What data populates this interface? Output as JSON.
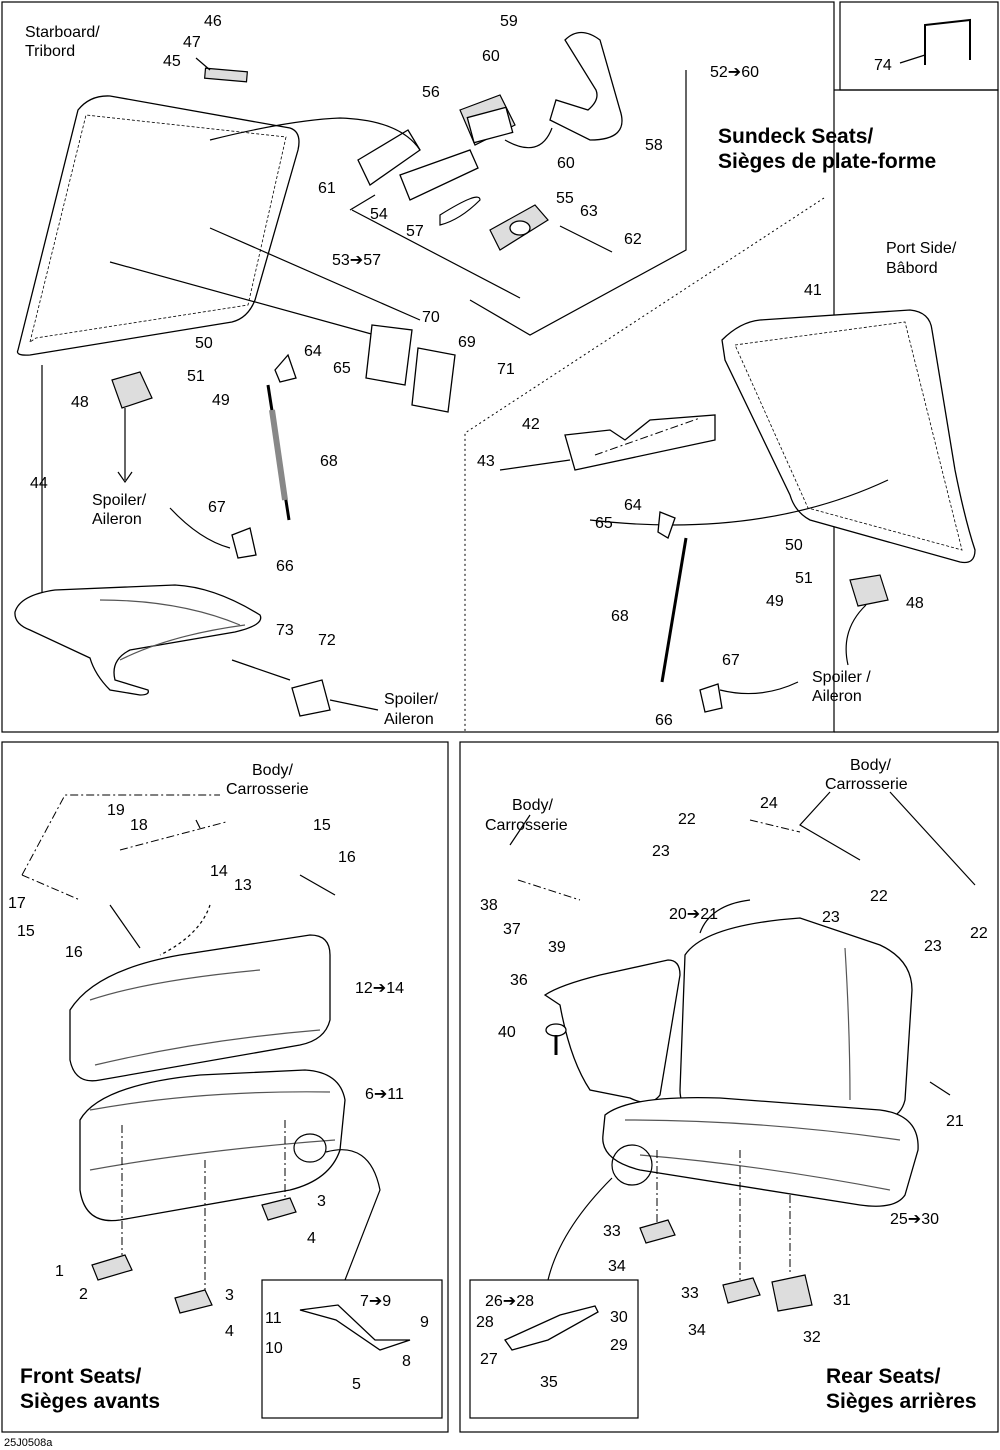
{
  "panels": {
    "top_left": {
      "starboard_label": [
        "Starboard/",
        "Tribord"
      ],
      "title": [
        "Sundeck Seats/",
        "Sièges de plate-forme"
      ],
      "spoiler_label_1": [
        "Spoiler/",
        "Aileron"
      ],
      "spoiler_label_2": [
        "Spoiler/",
        "Aileron"
      ],
      "port_label": [
        "Port Side/",
        "Bâbord"
      ],
      "spoiler_label_3": [
        "Spoiler /",
        "Aileron"
      ]
    },
    "top_right_inset": {
      "part": "74"
    },
    "front": {
      "title": [
        "Front Seats/",
        "Sièges avants"
      ],
      "body_label": [
        "Body/",
        "Carrosserie"
      ]
    },
    "rear": {
      "title": [
        "Rear Seats/",
        "Sièges arrières"
      ],
      "body_label_1": [
        "Body/",
        "Carrosserie"
      ],
      "body_label_2": [
        "Body/",
        "Carrosserie"
      ]
    }
  },
  "part_labels": {
    "sundeck": [
      "46",
      "47",
      "45",
      "59",
      "60",
      "52➔60",
      "56",
      "58",
      "60",
      "61",
      "54",
      "57",
      "55",
      "63",
      "62",
      "53➔57",
      "70",
      "69",
      "71",
      "50",
      "64",
      "65",
      "51",
      "48",
      "49",
      "44",
      "68",
      "67",
      "66",
      "73",
      "72",
      "41",
      "42",
      "43",
      "64",
      "65",
      "50",
      "51",
      "49",
      "48",
      "68",
      "67",
      "66"
    ],
    "front": [
      "19",
      "18",
      "15",
      "16",
      "17",
      "15",
      "16",
      "14",
      "13",
      "12➔14",
      "6➔11",
      "3",
      "4",
      "1",
      "2",
      "3",
      "4",
      "7➔9",
      "11",
      "9",
      "10",
      "8",
      "5"
    ],
    "rear": [
      "24",
      "22",
      "23",
      "22",
      "23",
      "22",
      "23",
      "38",
      "37",
      "39",
      "20➔21",
      "36",
      "40",
      "21",
      "25➔30",
      "33",
      "34",
      "33",
      "31",
      "34",
      "32",
      "26➔28",
      "28",
      "30",
      "29",
      "27",
      "35"
    ]
  },
  "doc_code": "25J0508a"
}
